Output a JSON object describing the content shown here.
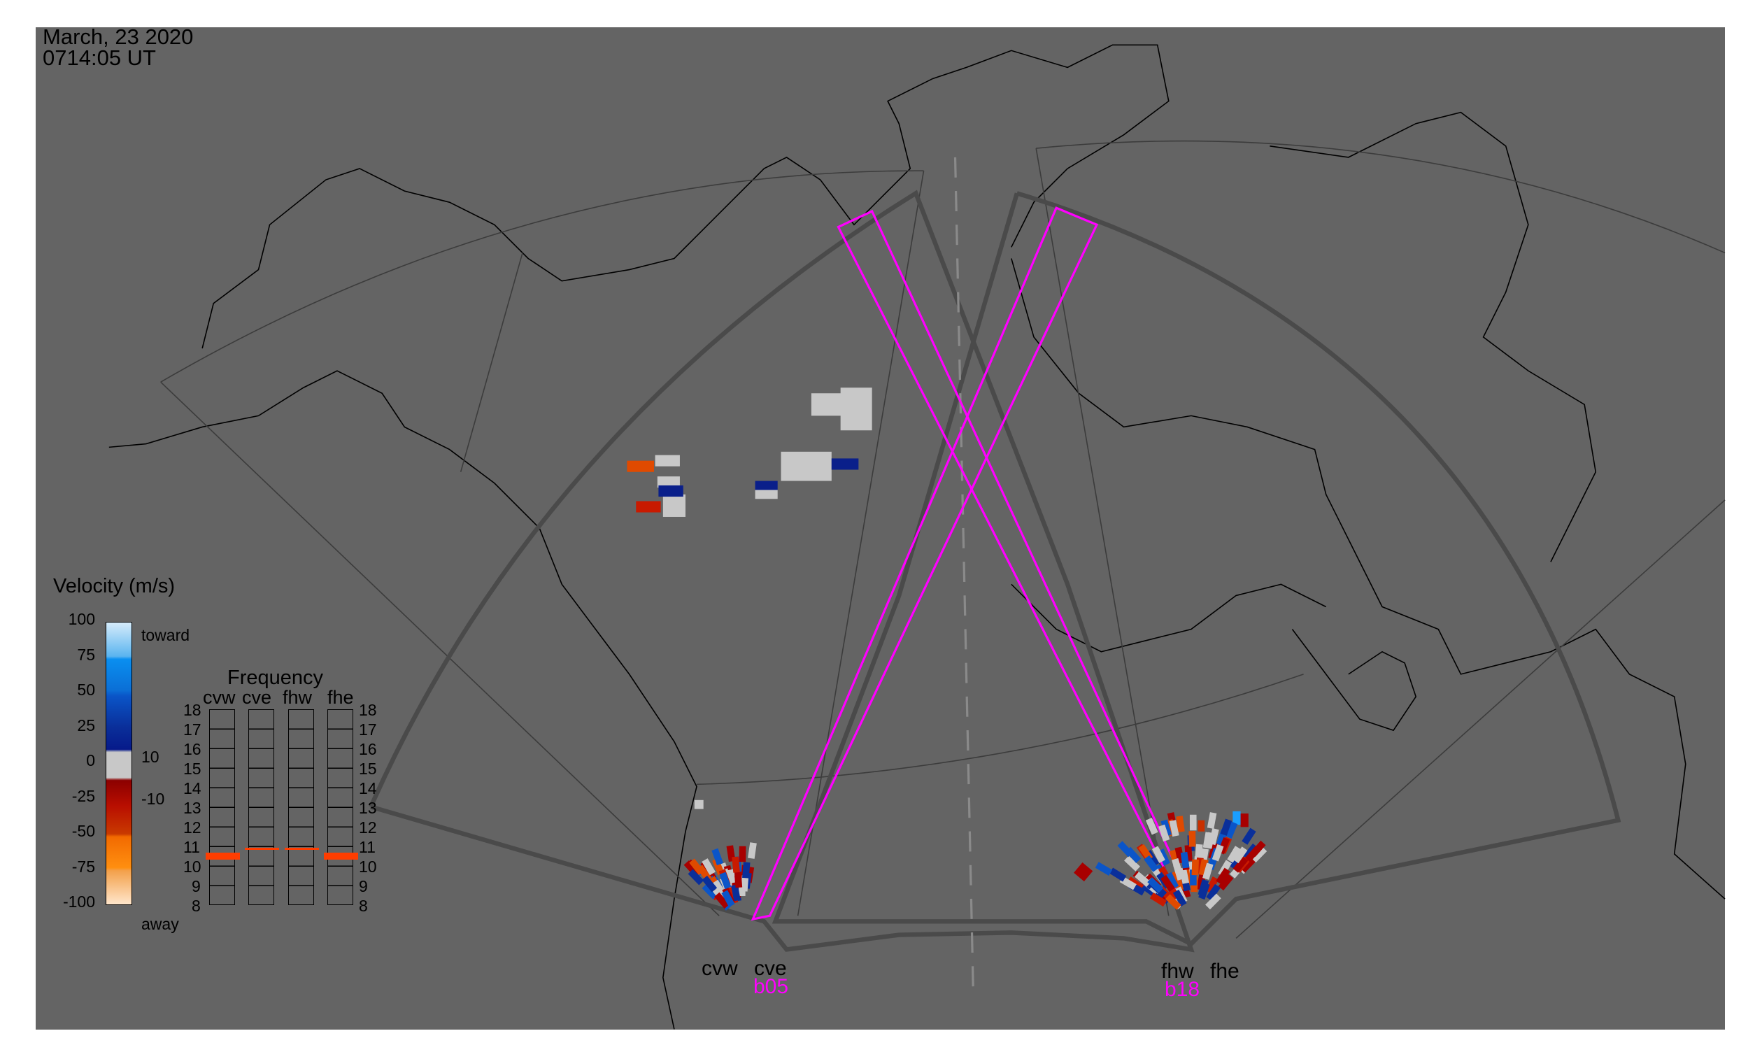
{
  "header": {
    "date": "March, 23 2020",
    "time": "0714:05 UT"
  },
  "velocity_legend": {
    "title": "Velocity (m/s)",
    "ticks": [
      "100",
      "75",
      "50",
      "25",
      "0",
      "-25",
      "-50",
      "-75",
      "-100"
    ],
    "toward_label": "toward",
    "away_label": "away",
    "threshold_high": "10",
    "threshold_low": "-10"
  },
  "frequency_panel": {
    "title": "Frequency",
    "columns": [
      {
        "label": "cvw",
        "frequency_mhz": 10.5
      },
      {
        "label": "cve",
        "frequency_mhz": 10.9
      },
      {
        "label": "fhw",
        "frequency_mhz": 10.9
      },
      {
        "label": "fhe",
        "frequency_mhz": 10.5
      }
    ],
    "ticks": [
      "18",
      "17",
      "16",
      "15",
      "14",
      "13",
      "12",
      "11",
      "10",
      "9",
      "8"
    ],
    "range": [
      8,
      18
    ]
  },
  "stations": {
    "cvw": "cvw",
    "cve": "cve",
    "fhw": "fhw",
    "fhe": "fhe",
    "beam_left": "b05",
    "beam_right": "b18"
  },
  "colors": {
    "background": "#646464",
    "beam": "#ff00ff",
    "fov": "#4a4a4a",
    "freq_mark": "#ff3d00"
  }
}
